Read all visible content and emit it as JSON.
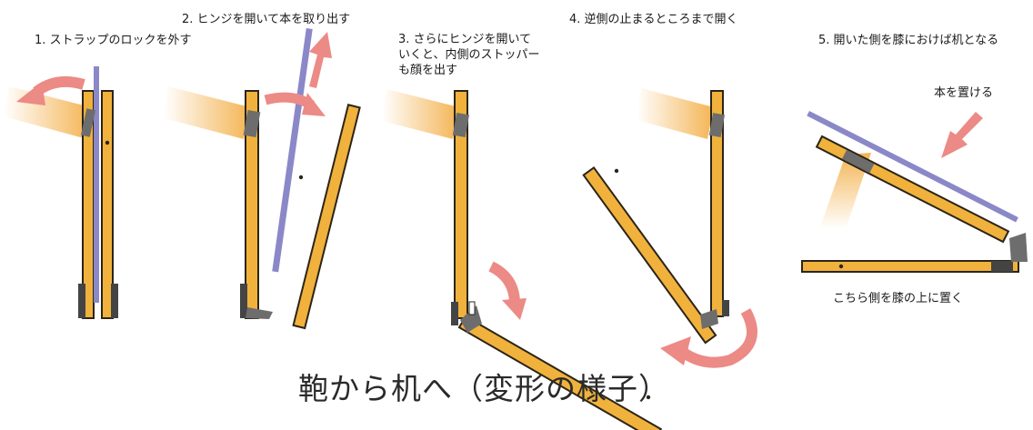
{
  "steps": [
    {
      "number": "1.",
      "text": "ストラップのロックを外す"
    },
    {
      "number": "2.",
      "text": "ヒンジを開いて本を取り出す"
    },
    {
      "number": "3.",
      "text": "さらにヒンジを開いて\nいくと、内側のストッパー\nも顔を出す"
    },
    {
      "number": "4.",
      "text": "逆側の止まるところまで開く"
    },
    {
      "number": "5.",
      "text": "開いた側を膝におけば机となる"
    }
  ],
  "annotations": {
    "place_book": "本を置ける",
    "on_lap": "こちら側を膝の上に置く"
  },
  "caption": "鞄から机へ（変形の様子）",
  "colors": {
    "board_fill": "#f0b23c",
    "board_stroke": "#2b2418",
    "book": "#8b88c8",
    "arrow": "#ec8a86",
    "strap_start": "#f3b04a",
    "hinge": "#6d6d6d"
  }
}
